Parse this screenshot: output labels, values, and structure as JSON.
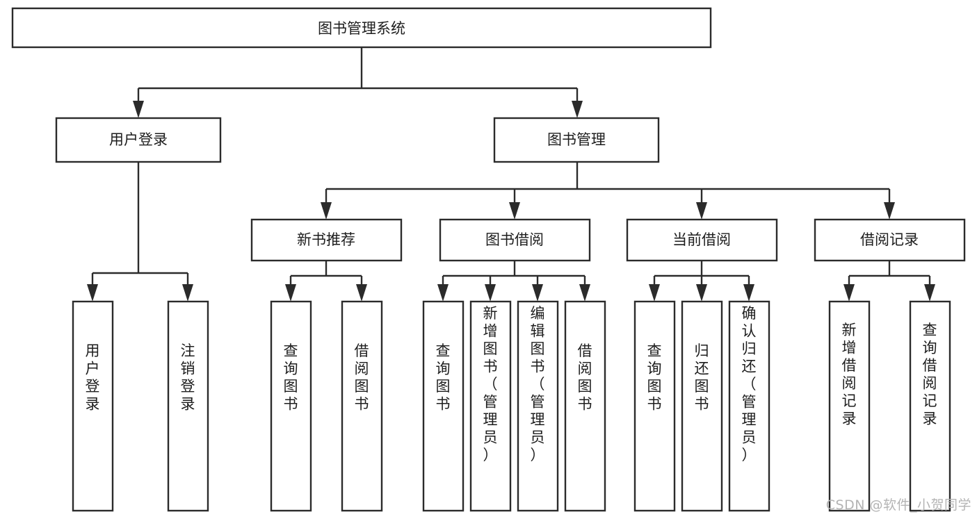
{
  "diagram": {
    "type": "tree-hierarchy",
    "title": "图书管理系统",
    "watermark": "CSDN @软件_小贺同学",
    "colors": {
      "stroke": "#2b2b2b",
      "fill": "#ffffff",
      "text": "#1d1d1d",
      "watermark": "#b4b4b4",
      "background": "#ffffff"
    },
    "levels": {
      "level1": {
        "label": "图书管理系统"
      },
      "level2": [
        {
          "id": "user-login",
          "label": "用户登录"
        },
        {
          "id": "book-management",
          "label": "图书管理"
        }
      ],
      "level3": [
        {
          "id": "new-book-recommend",
          "label": "新书推荐",
          "parent": "book-management"
        },
        {
          "id": "book-borrow",
          "label": "图书借阅",
          "parent": "book-management"
        },
        {
          "id": "current-borrow",
          "label": "当前借阅",
          "parent": "book-management"
        },
        {
          "id": "borrow-record",
          "label": "借阅记录",
          "parent": "book-management"
        }
      ],
      "leaves": [
        {
          "id": "leaf-user-login",
          "label": "用户登录",
          "parent": "user-login"
        },
        {
          "id": "leaf-logout",
          "label": "注销登录",
          "parent": "user-login"
        },
        {
          "id": "leaf-query-book-1",
          "label": "查询图书",
          "parent": "new-book-recommend"
        },
        {
          "id": "leaf-borrow-book-1",
          "label": "借阅图书",
          "parent": "new-book-recommend"
        },
        {
          "id": "leaf-query-book-2",
          "label": "查询图书",
          "parent": "book-borrow"
        },
        {
          "id": "leaf-add-book",
          "label": "新增图书（管理员）",
          "parent": "book-borrow"
        },
        {
          "id": "leaf-edit-book",
          "label": "编辑图书（管理员）",
          "parent": "book-borrow"
        },
        {
          "id": "leaf-borrow-book-2",
          "label": "借阅图书",
          "parent": "book-borrow"
        },
        {
          "id": "leaf-query-book-3",
          "label": "查询图书",
          "parent": "current-borrow"
        },
        {
          "id": "leaf-return-book",
          "label": "归还图书",
          "parent": "current-borrow"
        },
        {
          "id": "leaf-confirm-return",
          "label": "确认归还（管理员）",
          "parent": "current-borrow"
        },
        {
          "id": "leaf-add-record",
          "label": "新增借阅记录",
          "parent": "borrow-record"
        },
        {
          "id": "leaf-query-record",
          "label": "查询借阅记录",
          "parent": "borrow-record"
        }
      ]
    }
  }
}
